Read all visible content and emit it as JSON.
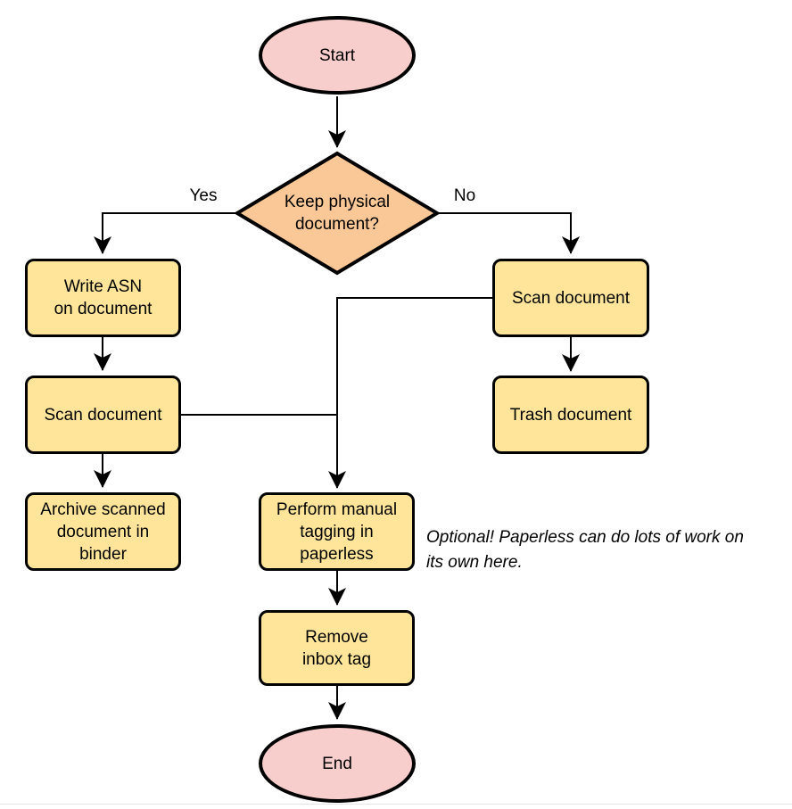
{
  "diagram": {
    "type": "flowchart",
    "nodes": {
      "start": {
        "label": "Start",
        "shape": "terminator"
      },
      "decision": {
        "label": "Keep physical\ndocument?",
        "shape": "decision"
      },
      "write_asn": {
        "label": "Write ASN\non document",
        "shape": "process"
      },
      "scan_left": {
        "label": "Scan document",
        "shape": "process"
      },
      "archive": {
        "label": "Archive scanned\ndocument in\nbinder",
        "shape": "process"
      },
      "scan_right": {
        "label": "Scan document",
        "shape": "process"
      },
      "trash": {
        "label": "Trash document",
        "shape": "process"
      },
      "tagging": {
        "label": "Perform manual\ntagging in\npaperless",
        "shape": "process"
      },
      "remove_inbox": {
        "label": "Remove\ninbox tag",
        "shape": "process"
      },
      "end": {
        "label": "End",
        "shape": "terminator"
      }
    },
    "edge_labels": {
      "yes": "Yes",
      "no": "No"
    },
    "annotation": "Optional! Paperless can do lots of work on\nits own here.",
    "colors": {
      "terminator_fill": "#F8CECC",
      "decision_fill": "#FAC896",
      "process_fill": "#FFE59A",
      "stroke": "#000000",
      "line": "#000000"
    }
  }
}
